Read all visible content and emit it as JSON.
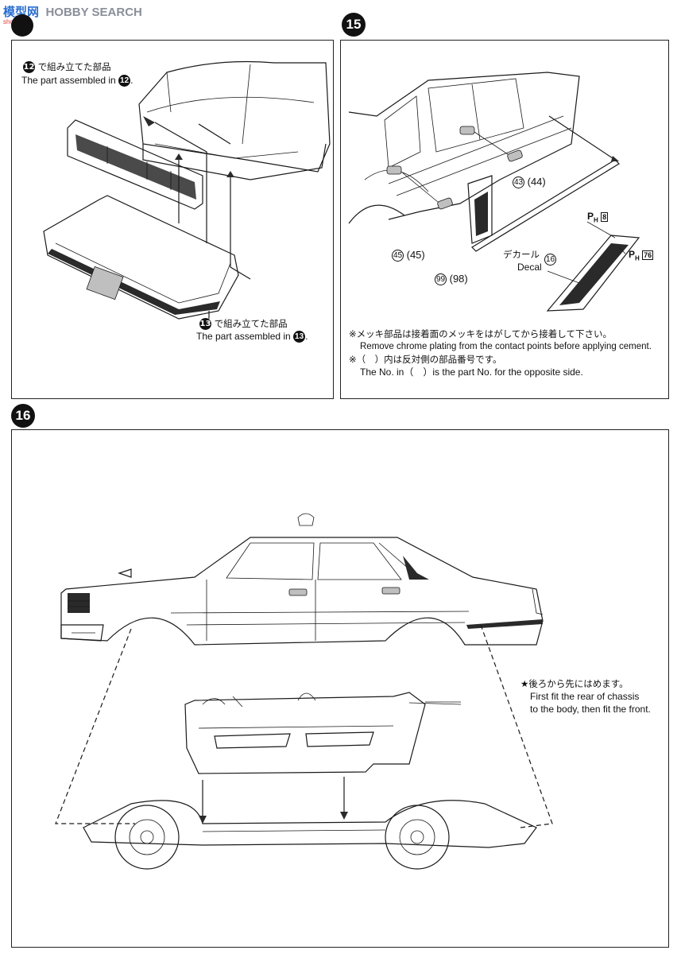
{
  "watermark": {
    "logo_text": "模型网",
    "brand": "HOBBY SEARCH",
    "site": "shop.com"
  },
  "step14": {
    "label_top_jp": "で組み立てた部品",
    "label_top_en": "The part assembled in",
    "label_top_ref": "12",
    "label_bottom_jp": "で組み立てた部品",
    "label_bottom_en": "The part assembled in",
    "label_bottom_ref": "13",
    "period": "."
  },
  "step15": {
    "number": "15",
    "part_43": "43",
    "part_44": "(44)",
    "part_45": "45",
    "part_45b": "(45)",
    "part_99": "99",
    "part_98": "(98)",
    "ph_label": "P",
    "ph_sub": "H",
    "ph_8": "8",
    "ph_76": "76",
    "decal_jp": "デカール",
    "decal_en": "Decal",
    "decal_no": "16",
    "note1_jp": "※メッキ部品は接着面のメッキをはがしてから接着して下さい。",
    "note1_en": "Remove chrome plating from the contact points before applying cement.",
    "note2_jp": "※（　）内は反対側の部品番号です。",
    "note2_en": "The No. in（　）is the part No. for the opposite side."
  },
  "step16": {
    "number": "16",
    "note_jp": "★後ろから先にはめます。",
    "note_en_1": "First fit the rear of chassis",
    "note_en_2": "to the body, then fit the front."
  }
}
